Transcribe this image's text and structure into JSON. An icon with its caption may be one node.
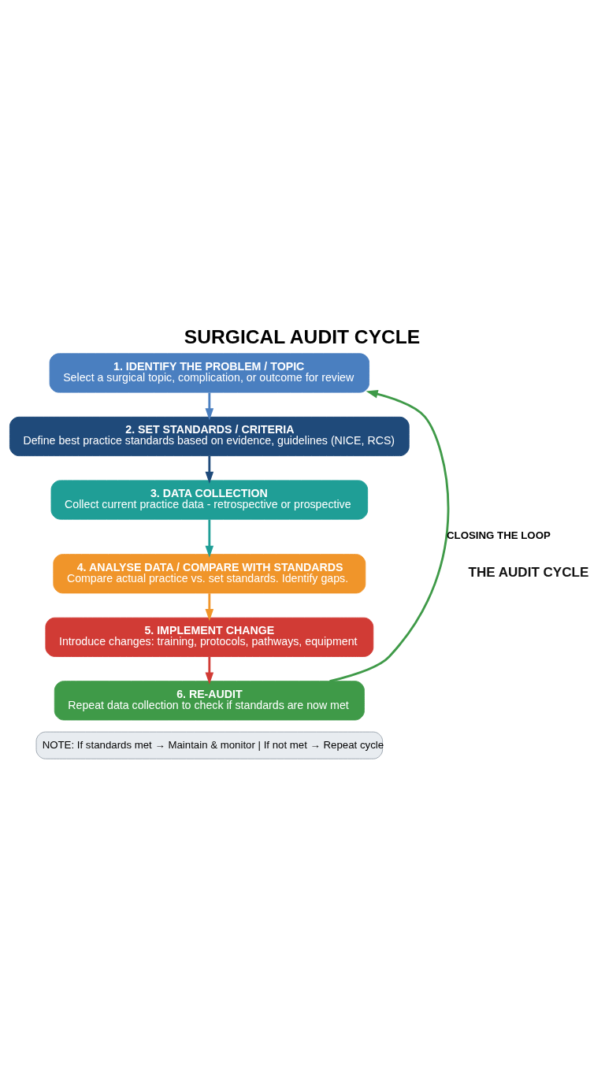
{
  "diagram": {
    "title": "SURGICAL AUDIT CYCLE",
    "nodes": [
      {
        "text": [
          "1. IDENTIFY THE PROBLEM / TOPIC",
          "Select a surgical topic, complication, or outcome for review"
        ]
      },
      {
        "text": [
          "2. SET STANDARDS / CRITERIA",
          "Define best practice standards based on evidence, guidelines (NICE, RCS)"
        ]
      },
      {
        "text": [
          "3. DATA COLLECTION",
          "Collect current practice data - retrospective or prospective"
        ]
      },
      {
        "text": [
          "4. ANALYSE DATA / COMPARE WITH STANDARDS",
          "Compare actual practice vs. set standards. Identify gaps."
        ]
      },
      {
        "text": [
          "5. IMPLEMENT CHANGE",
          "Introduce changes: training, protocols, pathways, equipment"
        ]
      },
      {
        "text": [
          "6. RE-AUDIT",
          "Repeat data collection to check if standards are now met"
        ]
      }
    ],
    "edges": [
      {
        "from": 0,
        "to": 1,
        "arrow": "to",
        "color": "#4a7fc0"
      },
      {
        "from": 1,
        "to": 2,
        "arrow": "to",
        "color": "#1f4a7a"
      },
      {
        "from": 2,
        "to": 3,
        "arrow": "to",
        "color": "#1f9e96"
      },
      {
        "from": 3,
        "to": 4,
        "arrow": "to",
        "color": "#f0952a"
      },
      {
        "from": 4,
        "to": 5,
        "arrow": "to",
        "color": "#d13b35"
      },
      {
        "from": 5,
        "to": 0,
        "arrow": "to",
        "label": "CLOSING THE LOOP",
        "color": "#3f9a48"
      }
    ],
    "labels": [
      "THE AUDIT CYCLE",
      "NOTE: If standards met → Maintain & monitor | If not met → Repeat cycle"
    ]
  }
}
